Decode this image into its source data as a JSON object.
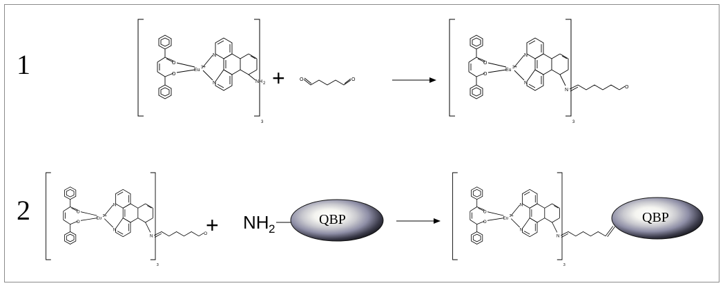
{
  "steps": [
    {
      "number": "1"
    },
    {
      "number": "2"
    }
  ],
  "symbols": {
    "plus": "+",
    "metal": "Eu",
    "charge": "3+",
    "subscript": "3",
    "oxygen": "O",
    "nitrogen": "N",
    "amine": "NH",
    "amine_sub": "2",
    "big_amine": "NH",
    "big_amine_sub": "2",
    "big_nitrogen": "N-"
  },
  "protein": {
    "label": "QBP"
  },
  "colors": {
    "frame": "#8a8a8a",
    "ink": "#000000",
    "protein_dark": "#15151b",
    "protein_mid": "#6e6e88",
    "protein_light": "#ffffff"
  }
}
